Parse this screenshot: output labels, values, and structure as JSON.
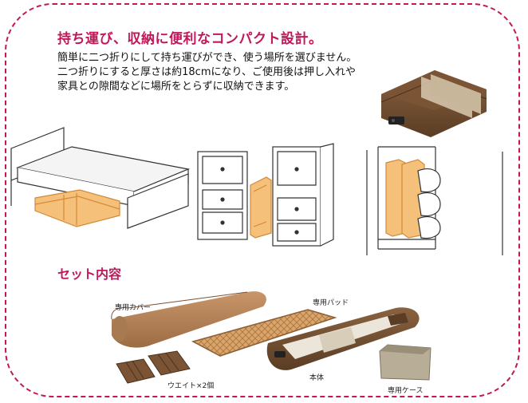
{
  "heading": "持ち運び、収納に便利なコンパクト設計。",
  "description": [
    "簡単に二つ折りにして持ち運びができ、使う場所を選びません。",
    "二つ折りにすると厚さは約18cmになり、ご使用後は押し入れや",
    "家具との隙間などに場所をとらずに収納できます。"
  ],
  "set_title": "セット内容",
  "items": {
    "cover": "専用カバー",
    "pad": "専用パッド",
    "body": "本体",
    "weights": "ウエイト×2個",
    "case": "専用ケース"
  },
  "colors": {
    "accent": "#c2185b",
    "mat_orange": "#f5c07a",
    "cover_brown": "#b8855a",
    "body_brown": "#6b4a2e"
  }
}
